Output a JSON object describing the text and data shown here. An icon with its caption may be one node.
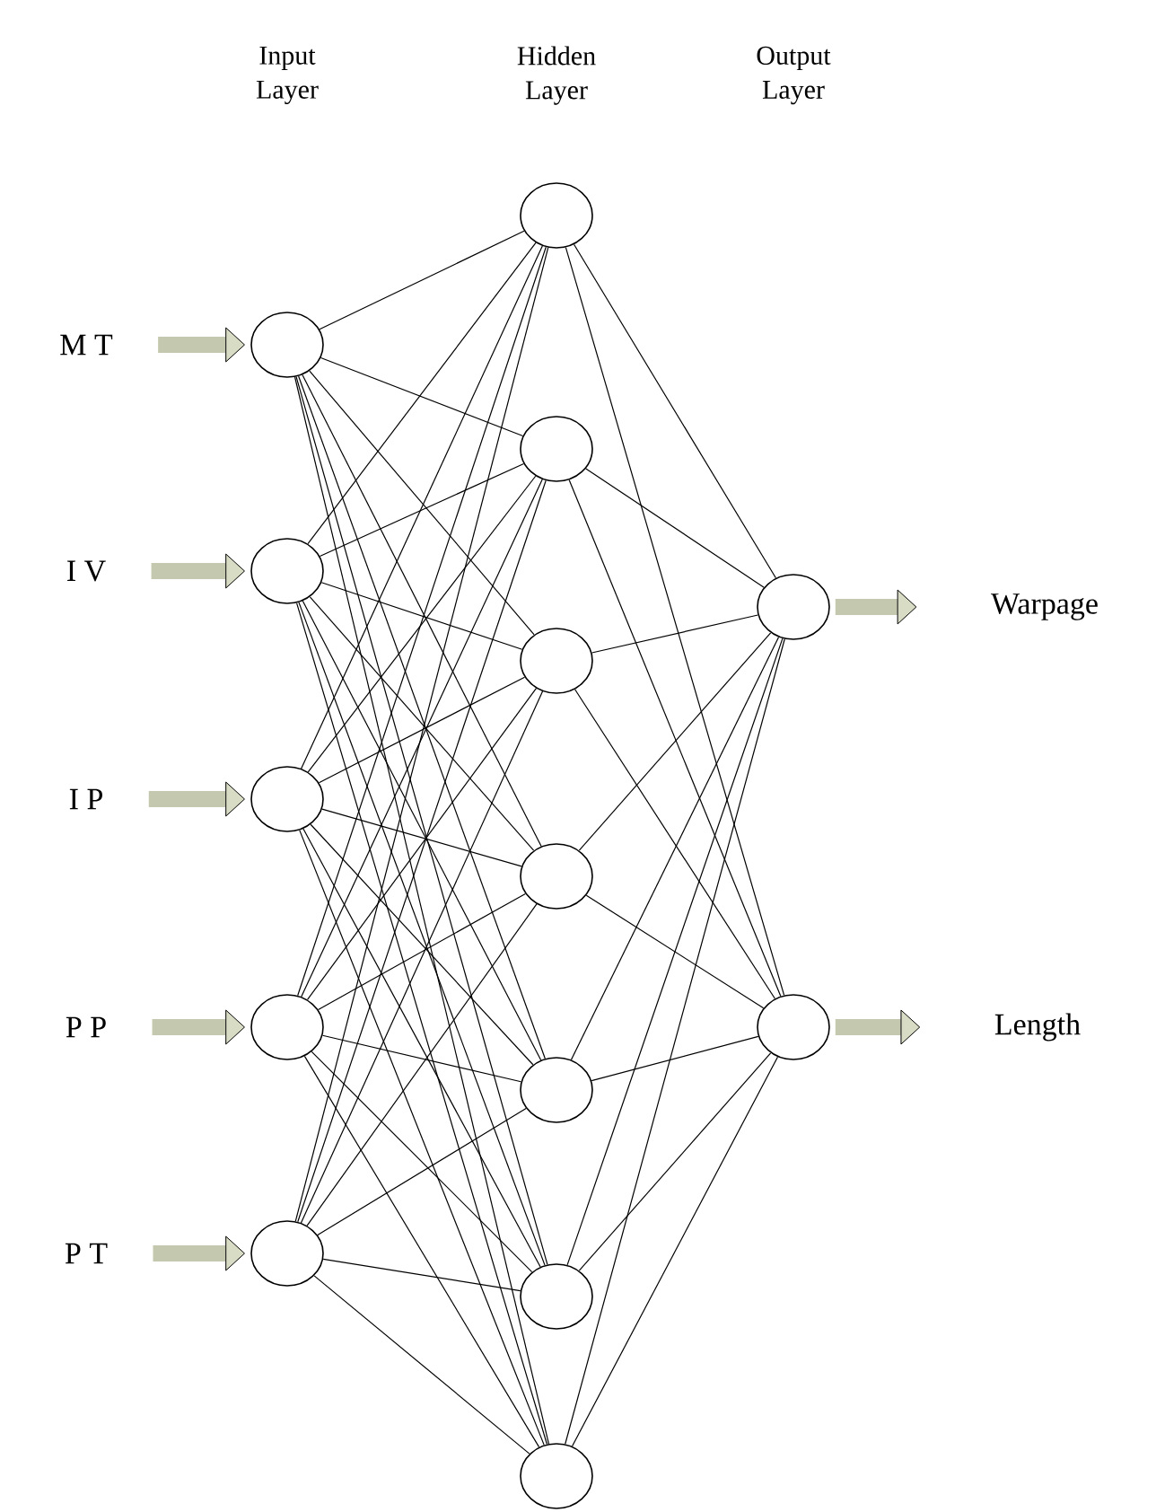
{
  "diagram": {
    "nodes": [
      {
        "text": [
          "M T"
        ]
      },
      {
        "text": [
          "I V"
        ]
      },
      {
        "text": [
          "I P"
        ]
      },
      {
        "text": [
          "P P"
        ]
      },
      {
        "text": [
          "P T"
        ]
      },
      {
        "text": [],
        "shape": "circle"
      },
      {
        "text": [],
        "shape": "circle"
      },
      {
        "text": [],
        "shape": "circle"
      },
      {
        "text": [],
        "shape": "circle"
      },
      {
        "text": [],
        "shape": "circle"
      },
      {
        "text": [],
        "shape": "circle"
      },
      {
        "text": [],
        "shape": "circle"
      },
      {
        "text": [],
        "shape": "circle"
      },
      {
        "text": [],
        "shape": "circle"
      },
      {
        "text": [],
        "shape": "circle"
      },
      {
        "text": [],
        "shape": "circle"
      },
      {
        "text": [],
        "shape": "circle"
      },
      {
        "text": [],
        "shape": "circle"
      },
      {
        "text": [],
        "shape": "circle"
      },
      {
        "text": [
          "Warpage"
        ]
      },
      {
        "text": [
          "Length"
        ]
      }
    ],
    "edges": [
      {
        "from": 0,
        "to": 5,
        "arrow": "to",
        "style": "thick",
        "color": "#c4c8ae"
      },
      {
        "from": 1,
        "to": 6,
        "arrow": "to",
        "style": "thick",
        "color": "#c4c8ae"
      },
      {
        "from": 2,
        "to": 7,
        "arrow": "to",
        "style": "thick",
        "color": "#c4c8ae"
      },
      {
        "from": 3,
        "to": 8,
        "arrow": "to",
        "style": "thick",
        "color": "#c4c8ae"
      },
      {
        "from": 4,
        "to": 9,
        "arrow": "to",
        "style": "thick",
        "color": "#c4c8ae"
      },
      {
        "from": 17,
        "to": 19,
        "arrow": "to",
        "style": "thick",
        "color": "#c4c8ae"
      },
      {
        "from": 18,
        "to": 20,
        "arrow": "to",
        "style": "thick",
        "color": "#c4c8ae"
      },
      {
        "from": 5,
        "to": 10,
        "arrow": "none"
      },
      {
        "from": 5,
        "to": 11,
        "arrow": "none"
      },
      {
        "from": 5,
        "to": 12,
        "arrow": "none"
      },
      {
        "from": 5,
        "to": 13,
        "arrow": "none"
      },
      {
        "from": 5,
        "to": 14,
        "arrow": "none"
      },
      {
        "from": 5,
        "to": 15,
        "arrow": "none"
      },
      {
        "from": 5,
        "to": 16,
        "arrow": "none"
      },
      {
        "from": 6,
        "to": 10,
        "arrow": "none"
      },
      {
        "from": 6,
        "to": 11,
        "arrow": "none"
      },
      {
        "from": 6,
        "to": 12,
        "arrow": "none"
      },
      {
        "from": 6,
        "to": 13,
        "arrow": "none"
      },
      {
        "from": 6,
        "to": 14,
        "arrow": "none"
      },
      {
        "from": 6,
        "to": 15,
        "arrow": "none"
      },
      {
        "from": 6,
        "to": 16,
        "arrow": "none"
      },
      {
        "from": 7,
        "to": 10,
        "arrow": "none"
      },
      {
        "from": 7,
        "to": 11,
        "arrow": "none"
      },
      {
        "from": 7,
        "to": 12,
        "arrow": "none"
      },
      {
        "from": 7,
        "to": 13,
        "arrow": "none"
      },
      {
        "from": 7,
        "to": 14,
        "arrow": "none"
      },
      {
        "from": 7,
        "to": 15,
        "arrow": "none"
      },
      {
        "from": 7,
        "to": 16,
        "arrow": "none"
      },
      {
        "from": 8,
        "to": 10,
        "arrow": "none"
      },
      {
        "from": 8,
        "to": 11,
        "arrow": "none"
      },
      {
        "from": 8,
        "to": 12,
        "arrow": "none"
      },
      {
        "from": 8,
        "to": 13,
        "arrow": "none"
      },
      {
        "from": 8,
        "to": 14,
        "arrow": "none"
      },
      {
        "from": 8,
        "to": 15,
        "arrow": "none"
      },
      {
        "from": 8,
        "to": 16,
        "arrow": "none"
      },
      {
        "from": 9,
        "to": 10,
        "arrow": "none"
      },
      {
        "from": 9,
        "to": 11,
        "arrow": "none"
      },
      {
        "from": 9,
        "to": 12,
        "arrow": "none"
      },
      {
        "from": 9,
        "to": 13,
        "arrow": "none"
      },
      {
        "from": 9,
        "to": 14,
        "arrow": "none"
      },
      {
        "from": 9,
        "to": 15,
        "arrow": "none"
      },
      {
        "from": 9,
        "to": 16,
        "arrow": "none"
      },
      {
        "from": 10,
        "to": 17,
        "arrow": "none"
      },
      {
        "from": 11,
        "to": 17,
        "arrow": "none"
      },
      {
        "from": 12,
        "to": 17,
        "arrow": "none"
      },
      {
        "from": 13,
        "to": 17,
        "arrow": "none"
      },
      {
        "from": 14,
        "to": 17,
        "arrow": "none"
      },
      {
        "from": 15,
        "to": 17,
        "arrow": "none"
      },
      {
        "from": 16,
        "to": 17,
        "arrow": "none"
      },
      {
        "from": 10,
        "to": 18,
        "arrow": "none"
      },
      {
        "from": 11,
        "to": 18,
        "arrow": "none"
      },
      {
        "from": 12,
        "to": 18,
        "arrow": "none"
      },
      {
        "from": 13,
        "to": 18,
        "arrow": "none"
      },
      {
        "from": 14,
        "to": 18,
        "arrow": "none"
      },
      {
        "from": 15,
        "to": 18,
        "arrow": "none"
      },
      {
        "from": 16,
        "to": 18,
        "arrow": "none"
      }
    ],
    "labels": [
      "Input Layer",
      "Hidden Layer",
      "Output Layer"
    ]
  }
}
